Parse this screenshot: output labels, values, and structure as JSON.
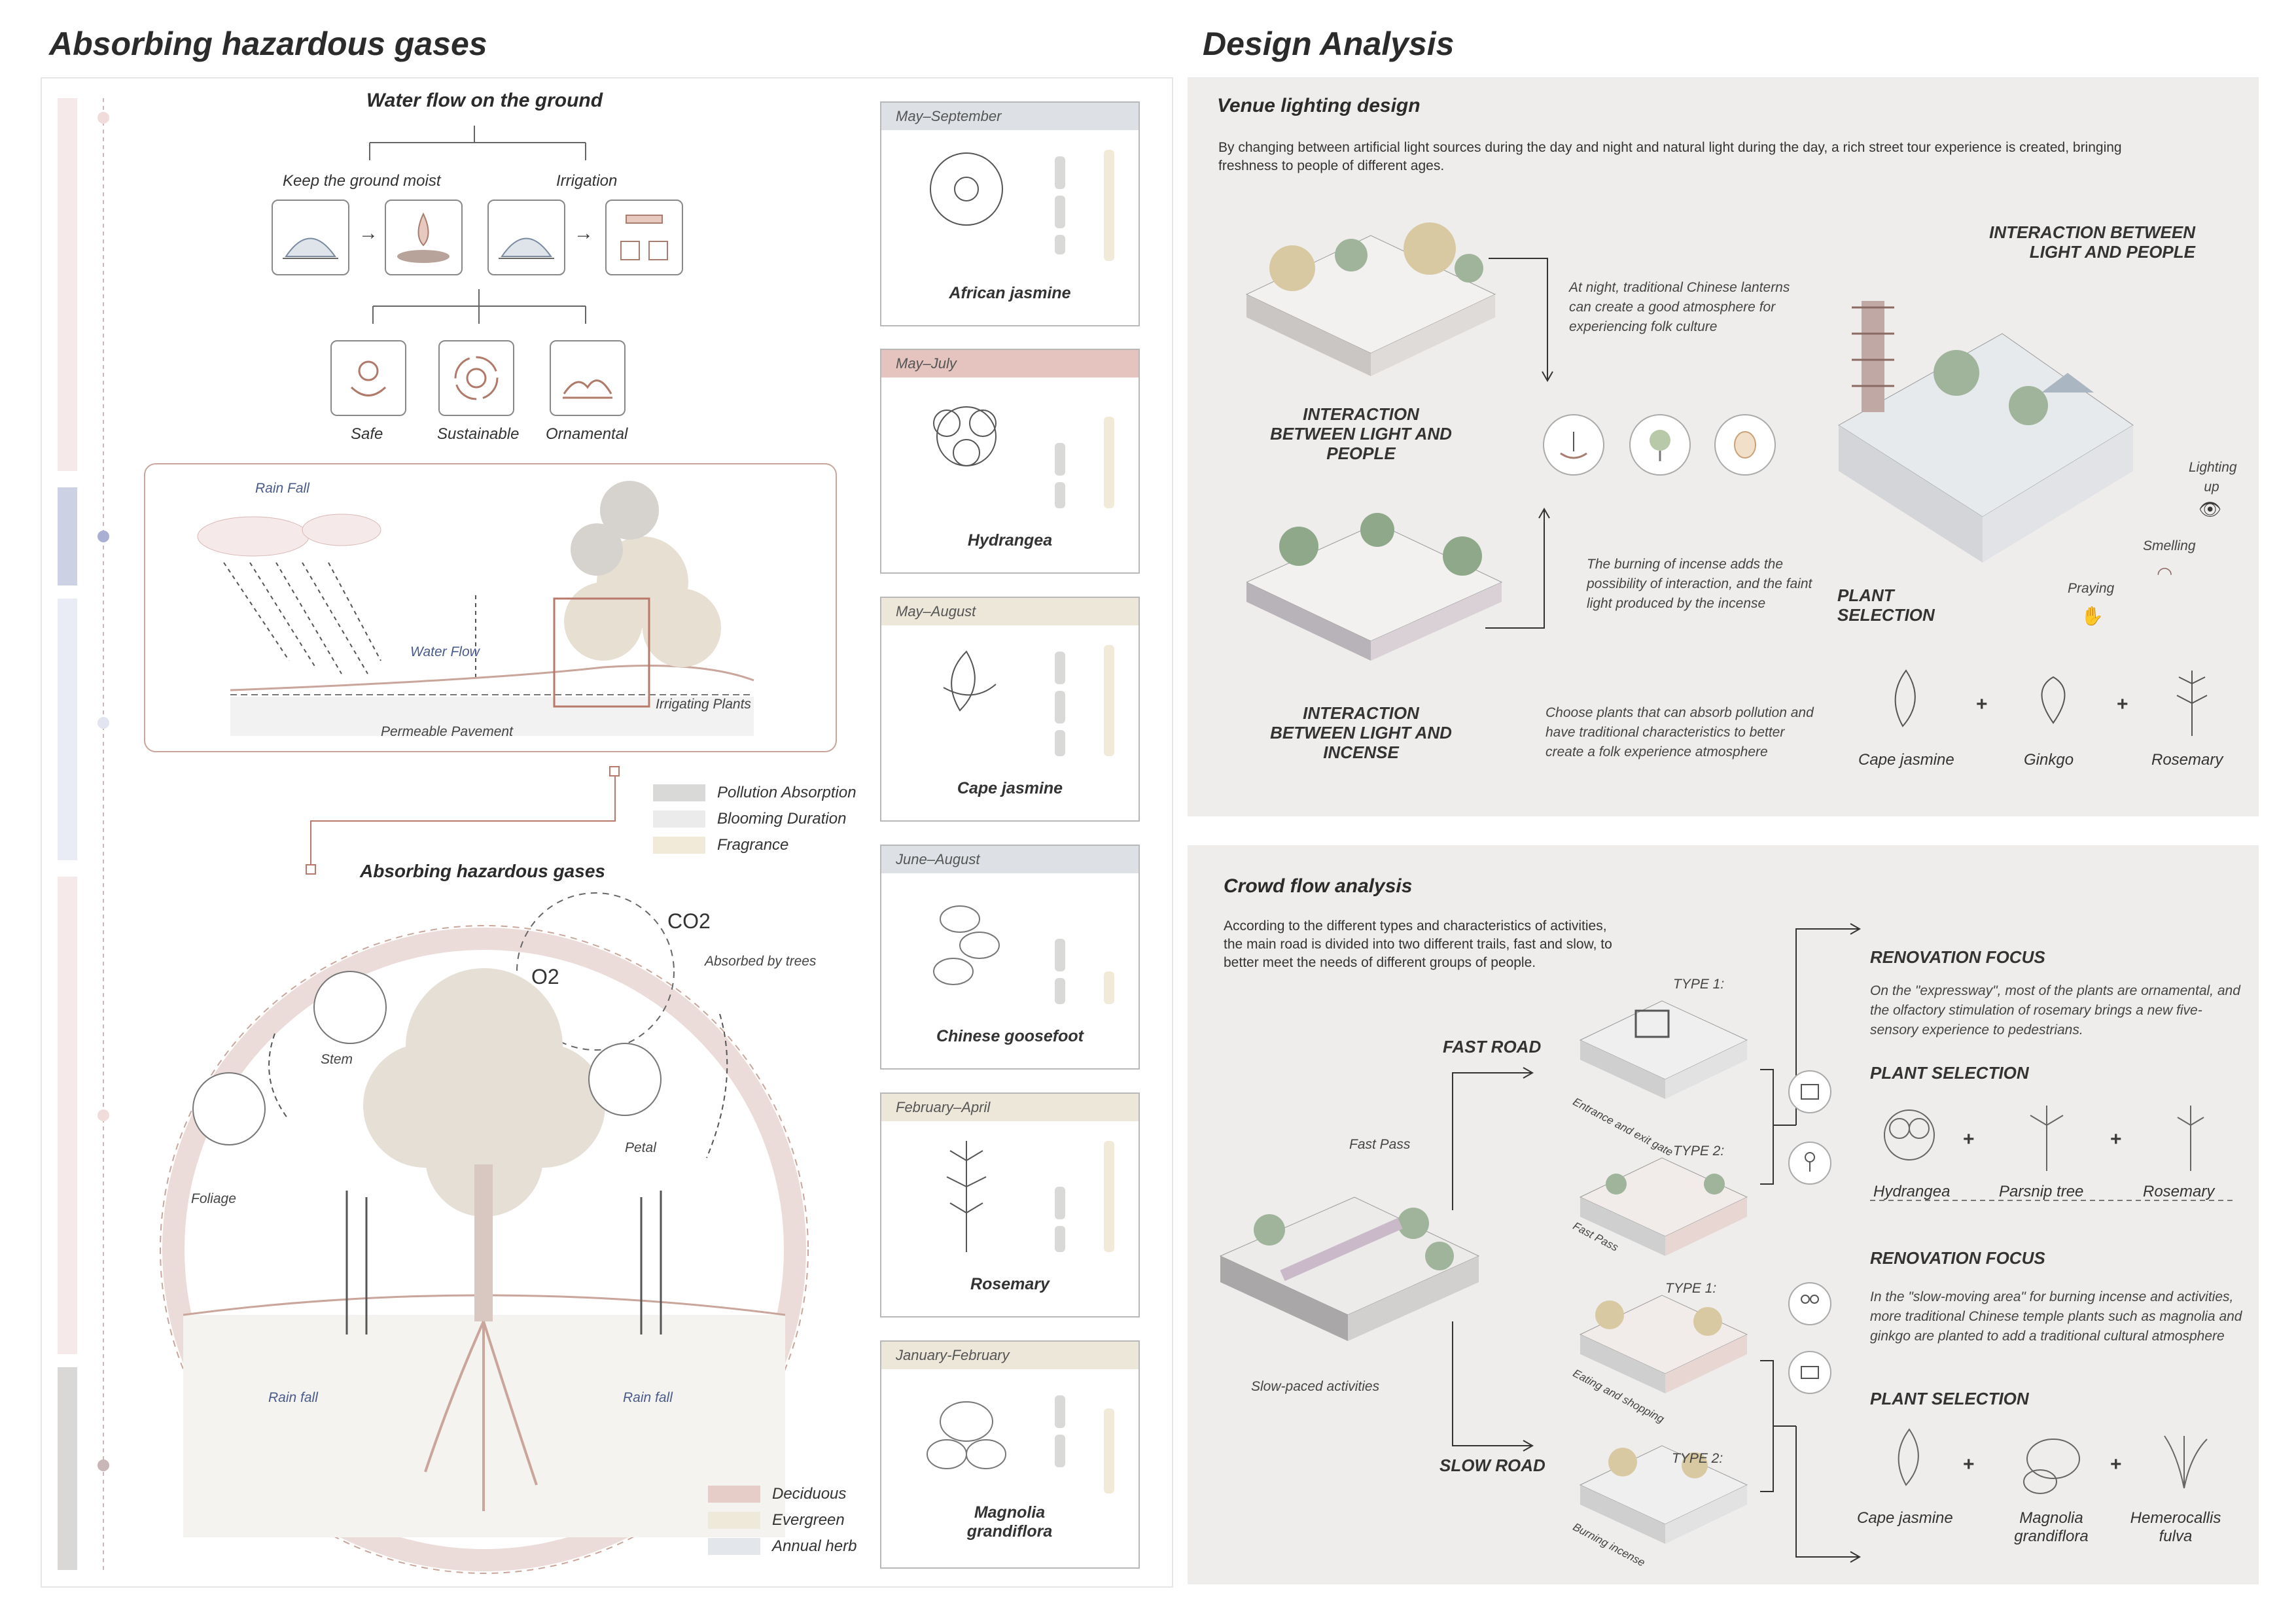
{
  "left_title": "Absorbing hazardous gases",
  "right_title": "Design Analysis",
  "water": {
    "title": "Water flow on the ground",
    "keep_moist": "Keep the ground moist",
    "irrigation": "Irrigation",
    "safe": "Safe",
    "sustainable": "Sustainable",
    "ornamental": "Ornamental",
    "rain_fall": "Rain Fall",
    "water_flow": "Water Flow",
    "irrigating_plants": "Irrigating Plants",
    "permeable_pavement": "Permeable Pavement"
  },
  "legend1": [
    {
      "label": "Pollution Absorption",
      "color": "#d9d9d7"
    },
    {
      "label": "Blooming Duration",
      "color": "#ebebeb"
    },
    {
      "label": "Fragrance",
      "color": "#f1ead8"
    }
  ],
  "gases": {
    "title": "Absorbing hazardous gases",
    "co2": "CO2",
    "o2": "O2",
    "absorbed": "Absorbed by trees",
    "stem": "Stem",
    "petal": "Petal",
    "foliage": "Foliage",
    "rain_left": "Rain fall",
    "rain_right": "Rain fall"
  },
  "legend2": [
    {
      "label": "Deciduous",
      "color": "#e6cdc8"
    },
    {
      "label": "Evergreen",
      "color": "#efe9d9"
    },
    {
      "label": "Annual herb",
      "color": "#e3e6ea"
    }
  ],
  "plants": [
    {
      "season": "May–September",
      "name": "African jasmine",
      "head": "#dde1e5"
    },
    {
      "season": "May–July",
      "name": "Hydrangea",
      "head": "#e5c3bf"
    },
    {
      "season": "May–August",
      "name": "Cape jasmine",
      "head": "#ece7d9"
    },
    {
      "season": "June–August",
      "name": "Chinese goosefoot",
      "head": "#dde1e5"
    },
    {
      "season": "February–April",
      "name": "Rosemary",
      "head": "#ece7d9"
    },
    {
      "season": "January-February",
      "name": "Magnolia grandiflora",
      "head": "#ece7d9"
    }
  ],
  "lighting": {
    "title": "Venue lighting design",
    "desc": "By changing between artificial light sources during the day and night and natural light during the day, a rich street tour experience is created, bringing freshness to people of different ages.",
    "night_text": "At night, traditional Chinese lanterns can create a good atmosphere for experiencing folk culture",
    "label_people": "INTERACTION BETWEEN LIGHT AND PEOPLE",
    "incense_text": "The burning of incense adds  the possibility of interaction, and the faint light produced by the incense",
    "label_incense": "INTERACTION BETWEEN LIGHT AND INCENSE",
    "choose_text": "Choose plants that can absorb pollution and have traditional characteristics to better create a folk experience atmosphere",
    "right_header": "INTERACTION BETWEEN LIGHT AND PEOPLE",
    "lighting_up": "Lighting up",
    "smelling": "Smelling",
    "praying": "Praying",
    "plant_selection": "PLANT SELECTION",
    "plant1": "Cape jasmine",
    "plant2": "Ginkgo",
    "plant3": "Rosemary"
  },
  "crowd": {
    "title": "Crowd flow analysis",
    "desc": "According to the different types and characteristics of activities, the main road is divided into two different trails, fast and slow, to better meet the needs of different groups of people.",
    "fast_road": "FAST ROAD",
    "slow_road": "SLOW ROAD",
    "fast_pass": "Fast Pass",
    "slow_activities": "Slow-paced activities",
    "type1_fast": "TYPE 1:",
    "type1_fast_caption": "Entrance and exit gate",
    "type2_fast": "TYPE 2:",
    "type2_fast_caption": "Fast Pass",
    "type1_slow": "TYPE 1:",
    "type1_slow_caption": "Eating and shopping",
    "type2_slow": "TYPE 2:",
    "type2_slow_caption": "Burning incense",
    "focus1_title": "RENOVATION FOCUS",
    "focus1_text": "On the \"expressway\", most of the plants are ornamental, and the olfactory stimulation of rosemary brings a new five-sensory experience to pedestrians.",
    "sel1_title": "PLANT  SELECTION",
    "sel1_p1": "Hydrangea",
    "sel1_p2": "Parsnip tree",
    "sel1_p3": "Rosemary",
    "focus2_title": "RENOVATION FOCUS",
    "focus2_text": "In the \"slow-moving area\" for burning incense and activities, more traditional Chinese temple plants such as magnolia and ginkgo are planted to add a traditional cultural atmosphere",
    "sel2_title": "PLANT  SELECTION",
    "sel2_p1": "Cape jasmine",
    "sel2_p2": "Magnolia grandiflora",
    "sel2_p3": "Hemerocallis fulva",
    "plus": "+"
  }
}
